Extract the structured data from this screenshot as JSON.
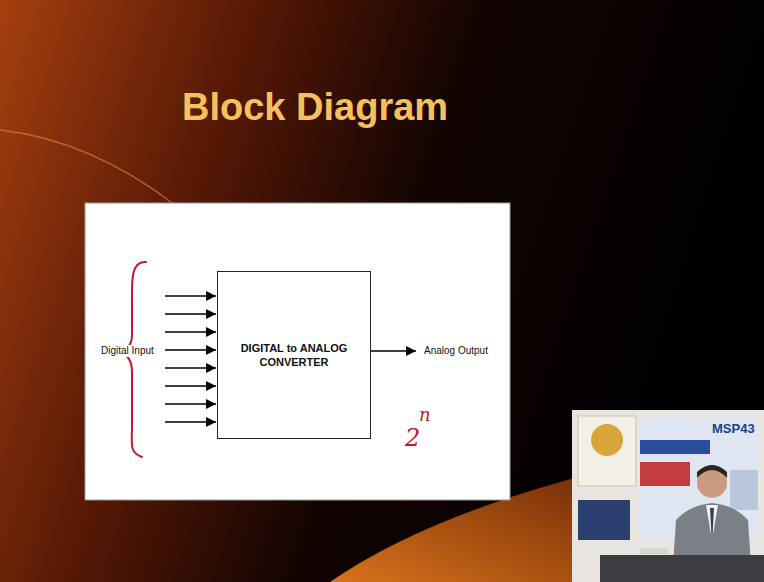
{
  "diagram": {
    "title": "Block Diagram",
    "nodes": [
      {
        "text": [
          "DIGITAL to ANALOG CONVERTER"
        ]
      }
    ],
    "labels": [
      "Digital Input",
      "Analog Output",
      "2",
      "n",
      "MSP43"
    ]
  }
}
